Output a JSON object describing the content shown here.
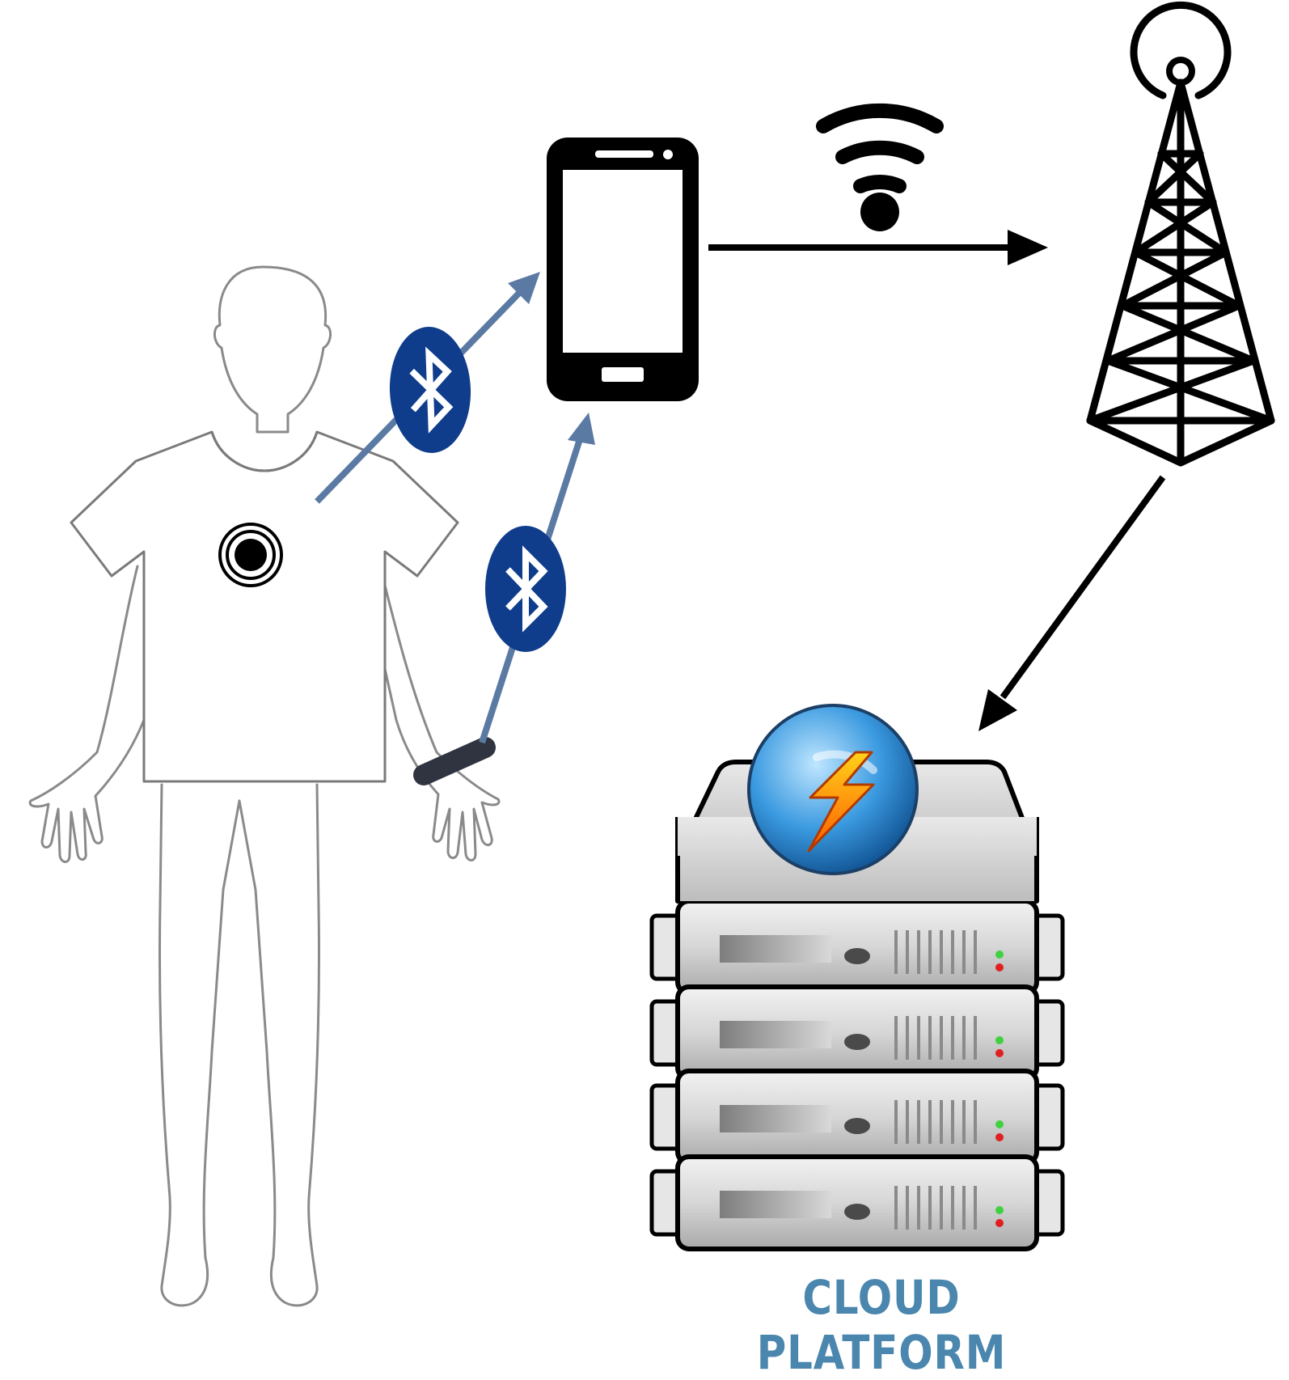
{
  "caption": "CLOUD PLATFORM",
  "colors": {
    "link_arrow": "#5b7aa3",
    "bluetooth_badge": "#0f3d8c",
    "outline": "#000000",
    "figure_line": "#8a8a8a",
    "server_body": "#c9c9c9",
    "caption_text": "#4a86ad",
    "led_green": "#3fd13f",
    "led_red": "#e02020"
  },
  "nodes": [
    {
      "id": "wearer",
      "icon": "person-icon"
    },
    {
      "id": "smart-shirt",
      "icon": "shirt-sensor-icon"
    },
    {
      "id": "wristband",
      "icon": "wristband-icon"
    },
    {
      "id": "smartphone",
      "icon": "smartphone-icon"
    },
    {
      "id": "cell-tower",
      "icon": "cell-tower-icon"
    },
    {
      "id": "cloud-servers",
      "icon": "server-stack-icon"
    }
  ],
  "links": [
    {
      "from": "smart-shirt",
      "to": "smartphone",
      "medium": "bluetooth-icon"
    },
    {
      "from": "wristband",
      "to": "smartphone",
      "medium": "bluetooth-icon"
    },
    {
      "from": "smartphone",
      "to": "cell-tower",
      "medium": "wifi-icon"
    },
    {
      "from": "cell-tower",
      "to": "cloud-servers",
      "medium": "none"
    }
  ]
}
